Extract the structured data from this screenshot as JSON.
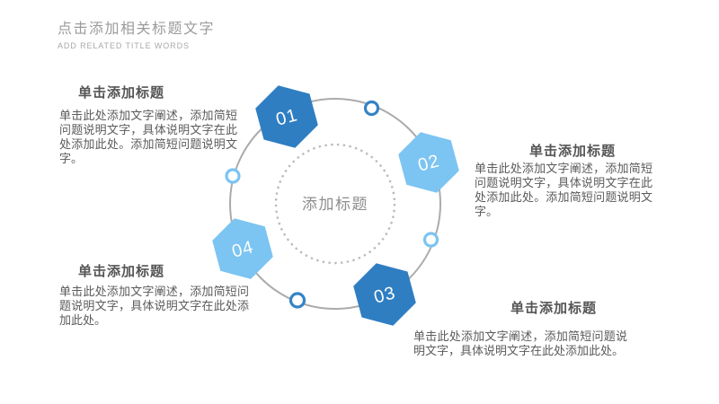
{
  "header": {
    "title": "点击添加相关标题文字",
    "subtitle": "ADD RELATED TITLE WORDS"
  },
  "center_label": "添加标题",
  "steps": [
    {
      "number": "01",
      "color": "#2f7ec2"
    },
    {
      "number": "02",
      "color": "#7cc4f2"
    },
    {
      "number": "03",
      "color": "#2f7ec2"
    },
    {
      "number": "04",
      "color": "#7cc4f2"
    }
  ],
  "nodes": [
    {
      "color": "#3583c5"
    },
    {
      "color": "#7cc4f2"
    },
    {
      "color": "#7cc4f2"
    },
    {
      "color": "#3583c5"
    }
  ],
  "blocks": [
    {
      "heading": "单击添加标题",
      "body": "单击此处添加文字阐述，添加简短问题说明文字，具体说明文字在此处添加此处。添加简短问题说明文字。"
    },
    {
      "heading": "单击添加标题",
      "body": "单击此处添加文字阐述，添加简短问题说明文字，具体说明文字在此处添加此处。添加简短问题说明文字。"
    },
    {
      "heading": "单击添加标题",
      "body": "单击此处添加文字阐述，添加简短问题说明文字，具体说明文字在此处添加此处。"
    },
    {
      "heading": "单击添加标题",
      "body": "单击此处添加文字阐述，添加简短问题说明文字，具体说明文字在此处添加此处。"
    }
  ],
  "colors": {
    "ring": "#ababab",
    "dotted_circle": "#bbbbbb",
    "dark_blue": "#2f7ec2",
    "light_blue": "#7cc4f2",
    "title_gray": "#9b9b9b",
    "text_gray": "#5b5b5b"
  }
}
